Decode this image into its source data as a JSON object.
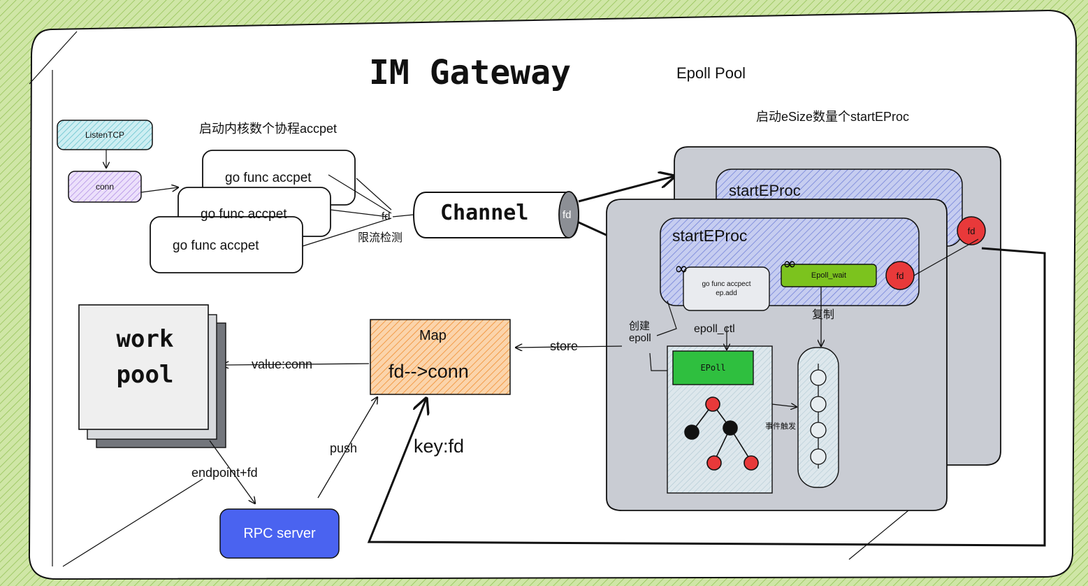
{
  "title": "IM Gateway",
  "epoll_pool_label": "Epoll Pool",
  "accept_caption": "启动内核数个协程accpet",
  "eproc_caption": "启动eSize数量个startEProc",
  "listen_tcp": "ListenTCP",
  "conn": "conn",
  "accept_boxes": [
    "go func accpet",
    "go func accpet",
    "go func accpet"
  ],
  "fd_label": "fd",
  "rate_limit": "限流检测",
  "channel": "Channel",
  "channel_fd": "fd",
  "eproc_back_title": "startEProc",
  "eproc_front_title": "startEProc",
  "go_func_box": [
    "go func accpect",
    "ep.add"
  ],
  "epoll_wait": "Epoll_wait",
  "fd_circle_front": "fd",
  "fd_circle_back": "fd",
  "create_epoll": [
    "创建",
    "epoll"
  ],
  "epoll_ctl": "epoll_ctl",
  "epoll_box": "EPoll",
  "copy": "复制",
  "event_trigger": "事件触发",
  "store": "store",
  "map_title": "Map",
  "map_content": "fd-->conn",
  "value_conn": "value:conn",
  "work_pool": [
    "work",
    "pool"
  ],
  "key_fd": "key:fd",
  "push": "push",
  "endpoint_fd": "endpoint+fd",
  "rpc_server": "RPC server",
  "colors": {
    "background": "#cfe6a6",
    "listen_tcp": "#8fd3dc",
    "conn": "#c9a7ee",
    "map": "#f6a85b",
    "eproc_blue": "#7f8fdb",
    "epoll_green": "#2fbf3f",
    "epoll_wait_green": "#7cc31e",
    "fd_red": "#e8393a",
    "rpc_blue": "#4a63f0",
    "panel_gray": "#c9ccd3"
  }
}
